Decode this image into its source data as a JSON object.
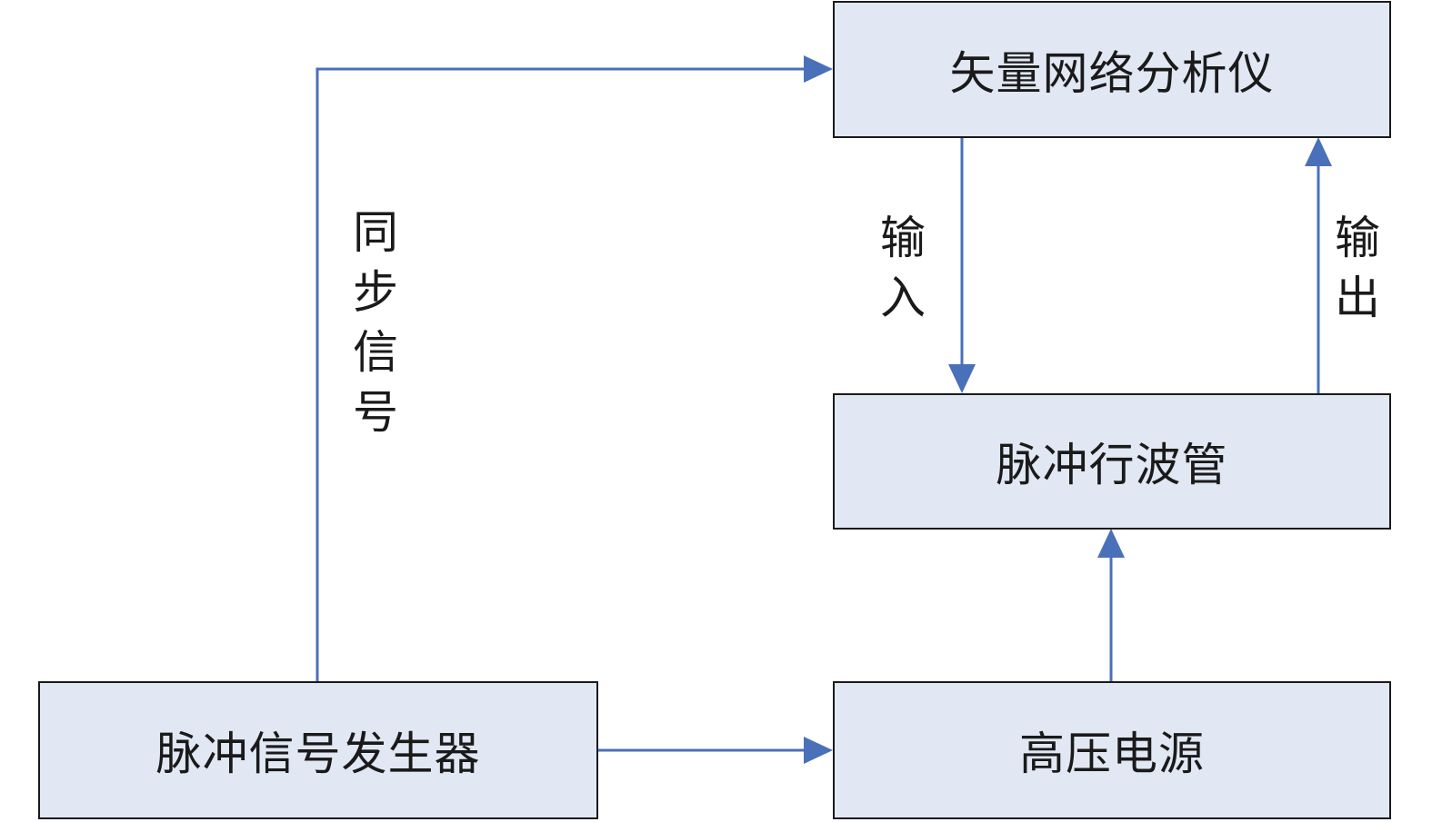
{
  "colors": {
    "box_fill": "#e1e7f3",
    "box_border": "#1a1a1a",
    "arrow": "#4a70b9",
    "text": "#1a1a1a"
  },
  "nodes": {
    "vna": "矢量网络分析仪",
    "twt": "脉冲行波管",
    "pulse_gen": "脉冲信号发生器",
    "hv_supply": "高压电源"
  },
  "edge_labels": {
    "sync": "同步信号",
    "input": "输入",
    "output": "输出"
  }
}
